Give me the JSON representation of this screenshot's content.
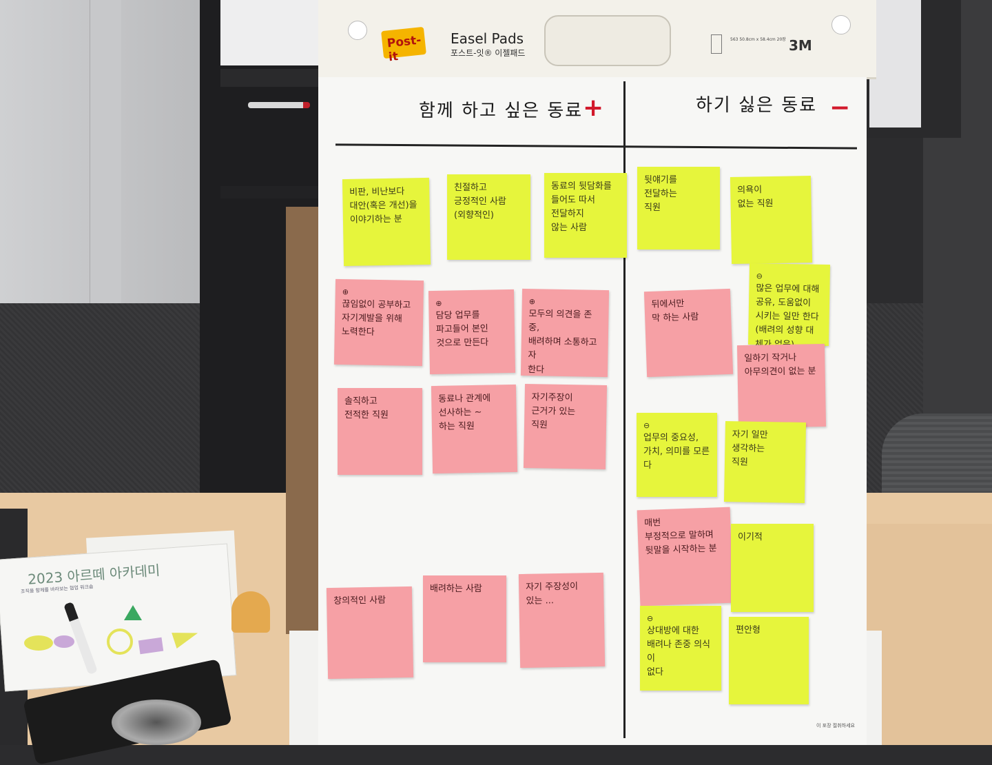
{
  "pad": {
    "brand_logo": "Post-it",
    "brand_name": "Easel Pads",
    "brand_sub": "포스트-잇® 이젤패드",
    "spec": "563  50.8cm x 58.4cm  20장",
    "maker": "3M",
    "footer": "이 포장 절취하세요"
  },
  "columns": {
    "left_title": "함께 하고 싶은 동료",
    "left_sign": "+",
    "right_title": "하기 싫은 동료",
    "right_sign": "−"
  },
  "notes_left": [
    {
      "color": "yellow",
      "text": "비판, 비난보다\n대안(혹은 개선)을\n이야기하는 분"
    },
    {
      "color": "yellow",
      "text": "친절하고\n긍정적인 사람\n(외향적인)"
    },
    {
      "color": "yellow",
      "text": "동료의 뒷담화를\n들어도 따서\n전달하지\n않는 사람"
    },
    {
      "color": "pink",
      "mark": "⊕",
      "text": "끊임없이 공부하고\n자기계발을 위해\n노력한다"
    },
    {
      "color": "pink",
      "mark": "⊕",
      "text": "담당 업무를\n파고들어 본인\n것으로 만든다"
    },
    {
      "color": "pink",
      "mark": "⊕",
      "text": "모두의 의견을 존중,\n배려하며 소통하고자\n한다"
    },
    {
      "color": "pink",
      "text": "솔직하고\n전적한 직원"
    },
    {
      "color": "pink",
      "text": "동료나 관계에\n선사하는 ~\n하는 직원"
    },
    {
      "color": "pink",
      "text": "자기주장이\n근거가 있는\n직원"
    },
    {
      "color": "pink",
      "text": "창의적인 사람"
    },
    {
      "color": "pink",
      "text": "배려하는 사람"
    },
    {
      "color": "pink",
      "text": "자기 주장성이\n있는 ..."
    }
  ],
  "notes_right": [
    {
      "color": "yellow",
      "text": "뒷얘기를\n전달하는\n직원"
    },
    {
      "color": "yellow",
      "text": "의욕이\n없는 직원"
    },
    {
      "color": "yellow",
      "mark": "⊖",
      "text": "많은 업무에 대해\n공유, 도움없이\n시키는 일만 한다\n(배려의 성향 대체가 없음)"
    },
    {
      "color": "pink",
      "text": "뒤에서만\n막 하는 사람"
    },
    {
      "color": "pink",
      "text": "일하기 작거나\n아무의견이 없는 분"
    },
    {
      "color": "yellow",
      "mark": "⊖",
      "text": "업무의 중요성,\n가치, 의미를 모른다"
    },
    {
      "color": "yellow",
      "text": "자기 일만\n생각하는\n직원"
    },
    {
      "color": "pink",
      "text": "매번\n부정적으로 말하며\n뒷말을 시작하는 분"
    },
    {
      "color": "yellow",
      "text": "이기적"
    },
    {
      "color": "yellow",
      "mark": "⊖",
      "text": "상대방에 대한\n배려나 존중 의식이\n없다"
    },
    {
      "color": "yellow",
      "text": "편안형"
    }
  ],
  "table": {
    "book_title": "2023 아르떼 아카데미",
    "book_sub": "조직을 함께를 바라보는 협업 워크숍"
  },
  "colors": {
    "yellow_note": "#e6f53c",
    "pink_note": "#f6a0a5",
    "plus_sign": "#d2192b",
    "ink": "#1a1a1a"
  }
}
